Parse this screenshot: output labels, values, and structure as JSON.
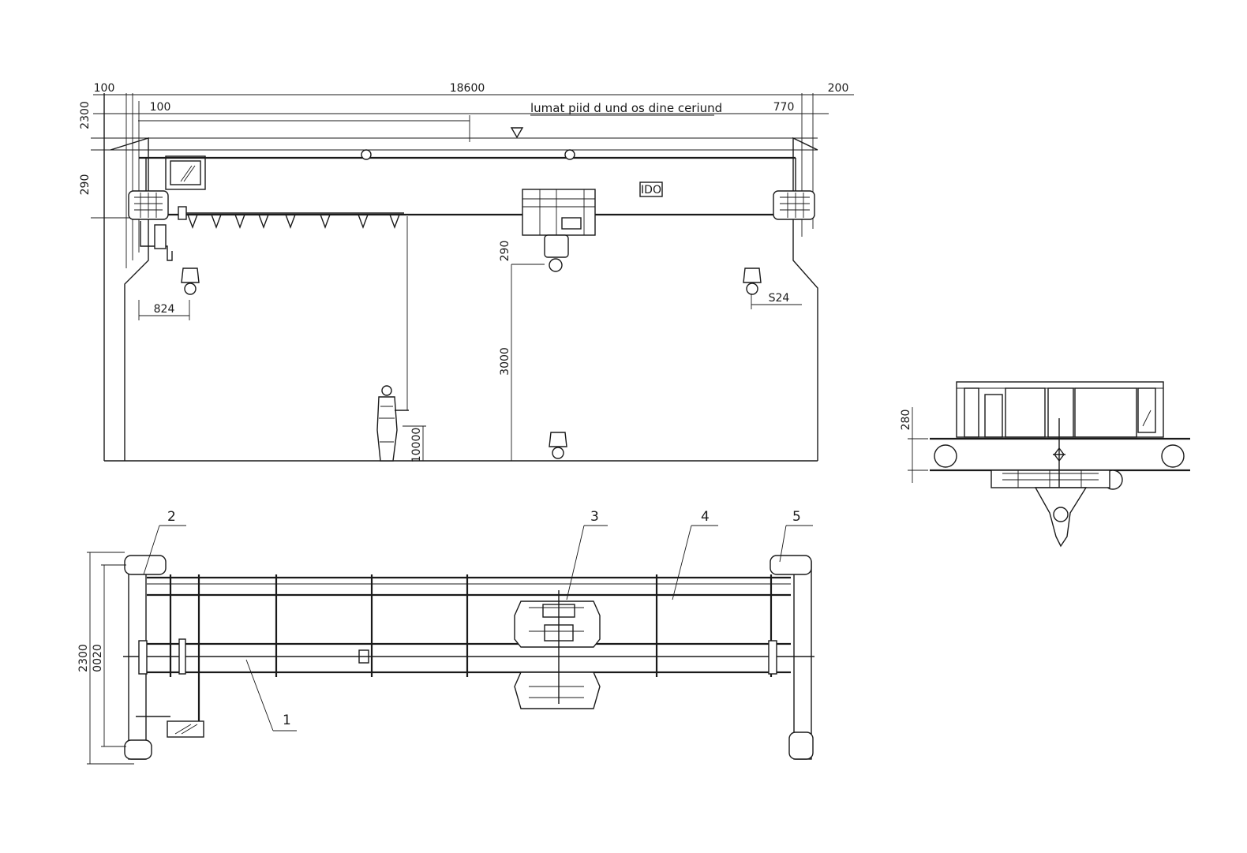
{
  "elevation": {
    "dims": {
      "left_offset": "100",
      "span": "18600",
      "right_offset": "200",
      "left_inner": "100",
      "right_inner": "770",
      "top_clear": "2300",
      "girder_height": "290",
      "hook_offset": "290",
      "lift_height": "3000",
      "pendant_height": "10000",
      "left_approach": "824",
      "right_approach": "S24"
    },
    "note": "lumat piid d und os dine ceriund",
    "hoist_tag": "IDO"
  },
  "plan": {
    "callouts": [
      "1",
      "2",
      "3",
      "4",
      "5"
    ],
    "dims": {
      "outer_width": "2300",
      "inner_width": "0020"
    }
  },
  "side_view": {
    "dims": {
      "height": "280"
    }
  }
}
